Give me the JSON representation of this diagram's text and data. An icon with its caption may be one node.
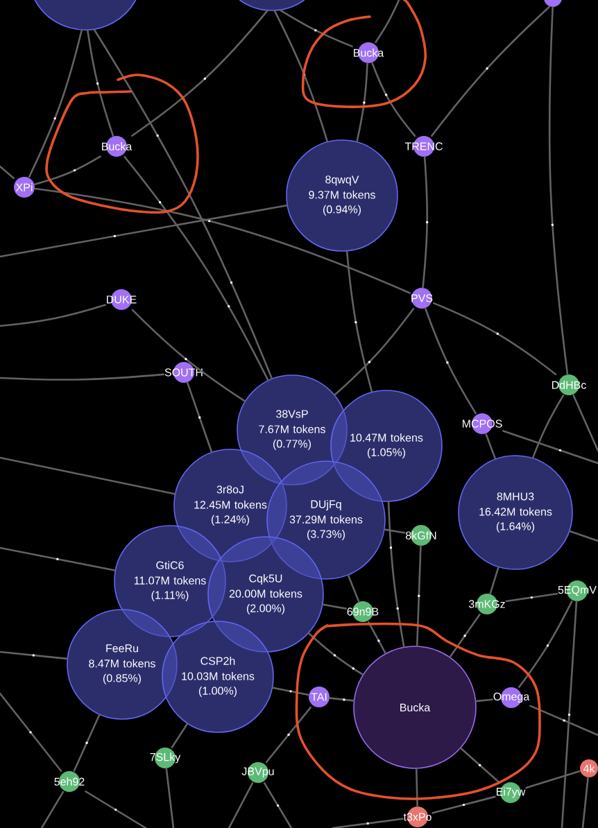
{
  "diagram": {
    "nodes": [
      {
        "text": [],
        "shape": "circle"
      },
      {
        "text": [],
        "shape": "circle"
      },
      {
        "text": [],
        "shape": "circle"
      },
      {
        "text": [
          "Bucka"
        ]
      },
      {
        "text": [
          "Bucka"
        ]
      },
      {
        "text": [
          "TRENC"
        ]
      },
      {
        "text": [
          "XPi"
        ]
      },
      {
        "text": [
          "8qwqV",
          "9.37M tokens (0.94%)"
        ]
      },
      {
        "text": [
          "PVS"
        ]
      },
      {
        "text": [
          "DUKE"
        ]
      },
      {
        "text": [
          "SOUTH"
        ]
      },
      {
        "text": [
          "DdHBc"
        ]
      },
      {
        "text": [
          "MCPOS"
        ]
      },
      {
        "text": [
          "38VsP",
          "7.67M tokens (0.77%)"
        ]
      },
      {
        "text": [
          "10.47M tokens (1.05%)"
        ]
      },
      {
        "text": [
          "3r8oJ",
          "12.45M tokens (1.24%)"
        ]
      },
      {
        "text": [
          "DUjFq",
          "37.29M tokens (3.73%)"
        ]
      },
      {
        "text": [
          "8MHU3",
          "16.42M tokens (1.64%)"
        ]
      },
      {
        "text": [
          "8kGfN"
        ]
      },
      {
        "text": [
          "GtiC6",
          "11.07M tokens (1.11%)"
        ]
      },
      {
        "text": [
          "Cqk5U",
          "20.00M tokens (2.00%)"
        ]
      },
      {
        "text": [
          "5EQmV"
        ]
      },
      {
        "text": [
          "3mKGz"
        ]
      },
      {
        "text": [
          "69n9B"
        ]
      },
      {
        "text": [
          "FeeRu",
          "8.47M tokens (0.85%)"
        ]
      },
      {
        "text": [
          "CSP2h",
          "10.03M tokens (1.00%)"
        ]
      },
      {
        "text": [
          "TAI"
        ]
      },
      {
        "text": [
          "Bucka"
        ]
      },
      {
        "text": [
          "Omega"
        ]
      },
      {
        "text": [
          "7SLky"
        ]
      },
      {
        "text": [
          "JBVpu"
        ]
      },
      {
        "text": [
          "5eh92"
        ]
      },
      {
        "text": [
          "4k"
        ]
      },
      {
        "text": [
          "Ei7yw"
        ]
      },
      {
        "text": [
          "t3xPo"
        ]
      }
    ],
    "edges": [
      {
        "from": 4,
        "to": 0,
        "arrow": "none"
      },
      {
        "from": 6,
        "to": 4,
        "arrow": "none"
      },
      {
        "from": 4,
        "to": 1,
        "arrow": "none"
      },
      {
        "from": 4,
        "to": 13,
        "arrow": "none"
      },
      {
        "from": 6,
        "to": 0,
        "arrow": "none"
      },
      {
        "from": 6,
        "to": null,
        "arrow": "none"
      },
      {
        "from": 6,
        "to": 8,
        "arrow": "none"
      },
      {
        "from": 3,
        "to": 1,
        "arrow": "none"
      },
      {
        "from": 3,
        "to": 5,
        "arrow": "none"
      },
      {
        "from": 3,
        "to": 7,
        "arrow": "none"
      },
      {
        "from": 3,
        "to": null,
        "arrow": "none"
      },
      {
        "from": 5,
        "to": 8,
        "arrow": "none"
      },
      {
        "from": 8,
        "to": 12,
        "arrow": "none"
      },
      {
        "from": 8,
        "to": 13,
        "arrow": "none"
      },
      {
        "from": 8,
        "to": 11,
        "arrow": "none"
      },
      {
        "from": 9,
        "to": null,
        "arrow": "none"
      },
      {
        "from": 9,
        "to": 13,
        "arrow": "none"
      },
      {
        "from": 10,
        "to": null,
        "arrow": "none"
      },
      {
        "from": 10,
        "to": 15,
        "arrow": "none"
      },
      {
        "from": 11,
        "to": 2,
        "arrow": "none"
      },
      {
        "from": 11,
        "to": 17,
        "arrow": "none"
      },
      {
        "from": 11,
        "to": null,
        "arrow": "none"
      },
      {
        "from": 12,
        "to": 17,
        "arrow": "none"
      },
      {
        "from": 12,
        "to": null,
        "arrow": "none"
      },
      {
        "from": 7,
        "to": 14,
        "arrow": "none"
      },
      {
        "from": 7,
        "to": null,
        "arrow": "none"
      },
      {
        "from": 1,
        "to": 7,
        "arrow": "none"
      },
      {
        "from": 2,
        "to": 5,
        "arrow": "none"
      },
      {
        "from": 0,
        "to": 13,
        "arrow": "none"
      },
      {
        "from": 14,
        "to": 27,
        "arrow": "none"
      },
      {
        "from": 16,
        "to": 18,
        "arrow": "none"
      },
      {
        "from": 16,
        "to": 23,
        "arrow": "none"
      },
      {
        "from": 18,
        "to": 27,
        "arrow": "none"
      },
      {
        "from": 20,
        "to": 23,
        "arrow": "none"
      },
      {
        "from": 20,
        "to": 27,
        "arrow": "none"
      },
      {
        "from": 22,
        "to": 27,
        "arrow": "none"
      },
      {
        "from": 23,
        "to": 27,
        "arrow": "none"
      },
      {
        "from": 25,
        "to": 26,
        "arrow": "none"
      },
      {
        "from": 26,
        "to": 27,
        "arrow": "none"
      },
      {
        "from": 27,
        "to": 28,
        "arrow": "none"
      },
      {
        "from": 27,
        "to": 33,
        "arrow": "none"
      },
      {
        "from": 27,
        "to": 34,
        "arrow": "none"
      },
      {
        "from": 17,
        "to": 22,
        "arrow": "none"
      },
      {
        "from": 21,
        "to": 22,
        "arrow": "none"
      },
      {
        "from": 28,
        "to": 21,
        "arrow": "none"
      },
      {
        "from": 30,
        "to": 26,
        "arrow": "none"
      },
      {
        "from": 34,
        "to": 33,
        "arrow": "none"
      },
      {
        "from": 33,
        "to": 32,
        "arrow": "none"
      },
      {
        "from": 29,
        "to": 25,
        "arrow": "none"
      },
      {
        "from": 29,
        "to": null,
        "arrow": "none"
      },
      {
        "from": 24,
        "to": 31,
        "arrow": "none"
      },
      {
        "from": 24,
        "to": null,
        "arrow": "none"
      },
      {
        "from": 19,
        "to": null,
        "arrow": "none"
      },
      {
        "from": 15,
        "to": null,
        "arrow": "none"
      },
      {
        "from": 31,
        "to": null,
        "arrow": "none"
      },
      {
        "from": 31,
        "to": null,
        "arrow": "none"
      },
      {
        "from": 31,
        "to": null,
        "arrow": "none"
      },
      {
        "from": 30,
        "to": null,
        "arrow": "none"
      },
      {
        "from": 30,
        "to": null,
        "arrow": "none"
      },
      {
        "from": 21,
        "to": null,
        "arrow": "none"
      },
      {
        "from": 28,
        "to": null,
        "arrow": "none"
      },
      {
        "from": 32,
        "to": null,
        "arrow": "none"
      },
      {
        "from": 34,
        "to": null,
        "arrow": "none"
      },
      {
        "from": 17,
        "to": null,
        "arrow": "none"
      }
    ]
  }
}
